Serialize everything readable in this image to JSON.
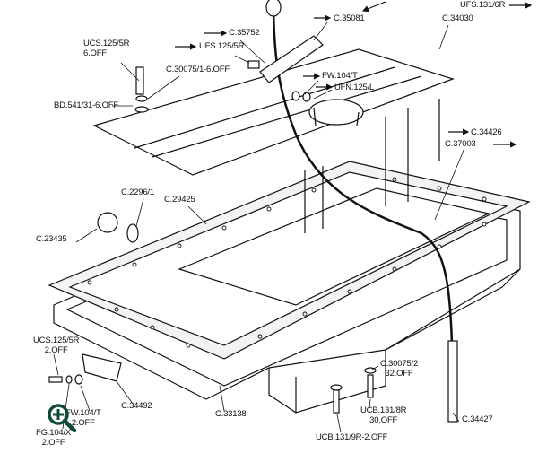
{
  "diagram": {
    "labels": {
      "ufs131": "UFS.131/6R",
      "c35081": "C.35081",
      "c34030": "C.34030",
      "c35752": "C.35752",
      "ufs125": "UFS.125/5R",
      "ucs125_top_1": "UCS.125/5R",
      "ucs125_top_2": "6.OFF",
      "c30075_1": "C.30075/1-6.OFF",
      "fw104_top": "FW.104/T",
      "ufn125": "UFN.125/L",
      "bd541": "BD.541/31-6.OFF",
      "c34426": "C.34426",
      "c37003": "C.37003",
      "c2296": "C.2296/1",
      "c29425": "C.29425",
      "c23435": "C.23435",
      "ucs125_bot_1": "UCS.125/5R",
      "ucs125_bot_2": "2.OFF",
      "c34492": "C.34492",
      "c33138": "C.33138",
      "fw104_bot_1": "FW.104/T",
      "fw104_bot_2": "2.OFF",
      "fg104_1": "FG.104/X",
      "fg104_2": "2.OFF",
      "c30075_2_1": "C.30075/2",
      "c30075_2_2": "32.OFF",
      "ucb131_8r_1": "UCB.131/8R",
      "ucb131_8r_2": "30.OFF",
      "ucb131_9r": "UCB.131/9R-2.OFF",
      "c34427": "C.34427"
    },
    "zoom_icon_color": "#0d4a3a"
  }
}
